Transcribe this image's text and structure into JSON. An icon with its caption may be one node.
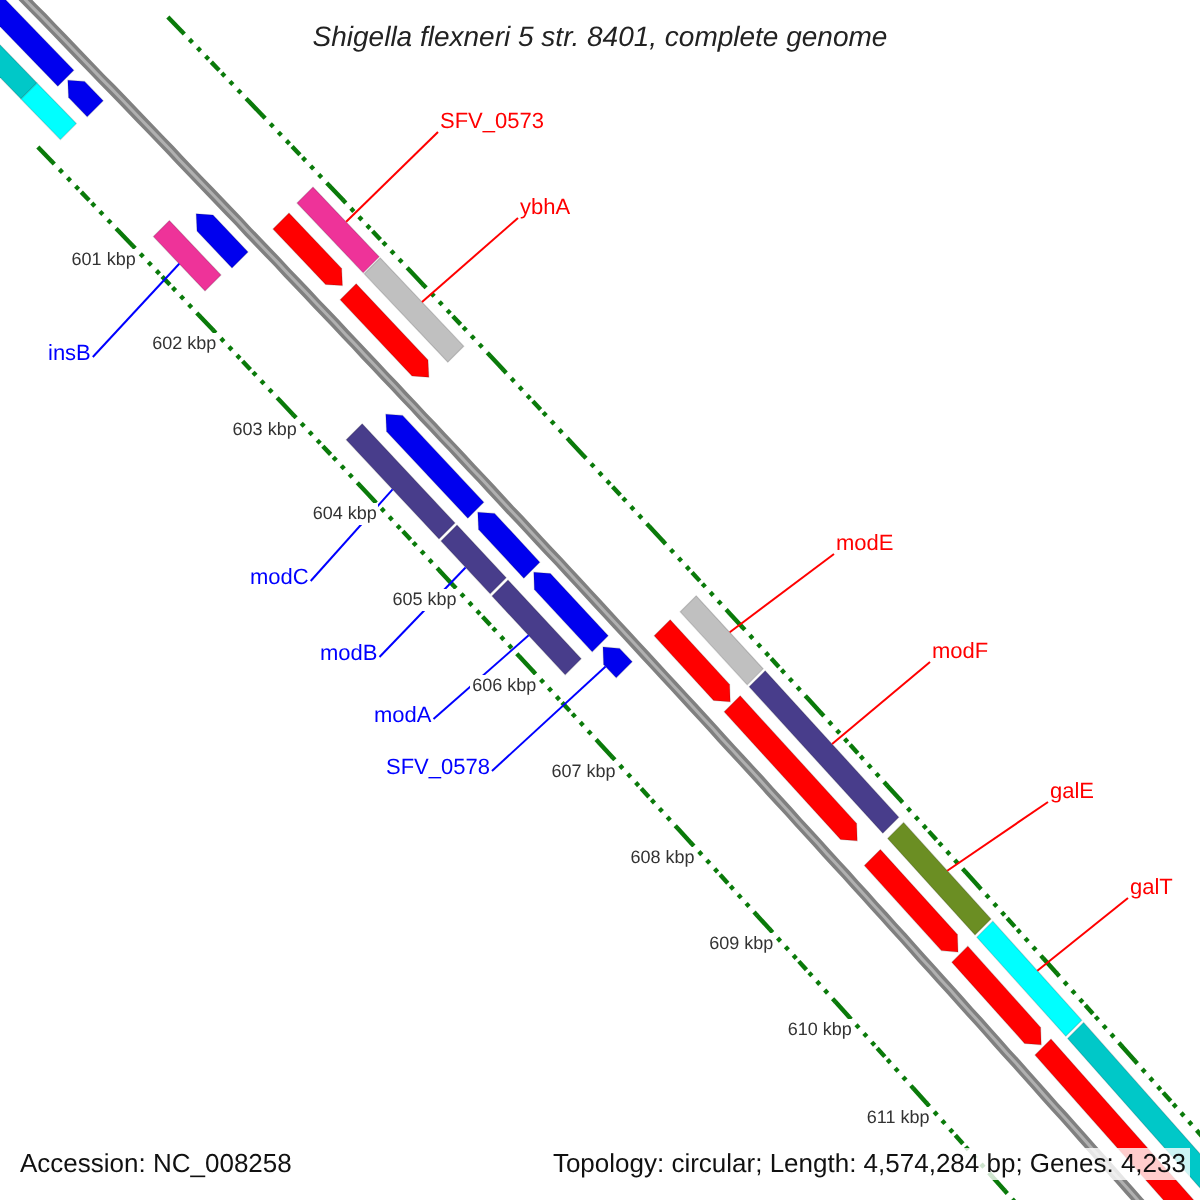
{
  "diagram": {
    "title": "Shigella flexneri 5 str. 8401, complete genome",
    "nodes": [
      {
        "text": [
          "SFV_0573"
        ]
      },
      {
        "text": [],
        "shape": "bar"
      },
      {
        "text": [
          "ybhA"
        ]
      },
      {
        "text": [],
        "shape": "bar"
      },
      {
        "text": [
          "insB"
        ]
      },
      {
        "text": [],
        "shape": "bar"
      },
      {
        "text": [
          "modC"
        ]
      },
      {
        "text": [],
        "shape": "bar"
      },
      {
        "text": [
          "modB"
        ]
      },
      {
        "text": [],
        "shape": "bar"
      },
      {
        "text": [
          "modA"
        ]
      },
      {
        "text": [],
        "shape": "bar"
      },
      {
        "text": [
          "SFV_0578"
        ]
      },
      {
        "text": [],
        "shape": "arrow"
      },
      {
        "text": [
          "modE"
        ]
      },
      {
        "text": [],
        "shape": "bar"
      },
      {
        "text": [
          "modF"
        ]
      },
      {
        "text": [],
        "shape": "bar"
      },
      {
        "text": [
          "galE"
        ]
      },
      {
        "text": [],
        "shape": "bar"
      },
      {
        "text": [
          "galT"
        ]
      },
      {
        "text": [],
        "shape": "bar"
      }
    ],
    "edges": [
      {
        "from": 0,
        "to": 1,
        "arrow": "none"
      },
      {
        "from": 2,
        "to": 3,
        "arrow": "none"
      },
      {
        "from": 4,
        "to": 5,
        "arrow": "none",
        "color": "#0000ff"
      },
      {
        "from": 6,
        "to": 7,
        "arrow": "none",
        "color": "#0000ff"
      },
      {
        "from": 8,
        "to": 9,
        "arrow": "none",
        "color": "#0000ff"
      },
      {
        "from": 10,
        "to": 11,
        "arrow": "none",
        "color": "#0000ff"
      },
      {
        "from": 12,
        "to": 13,
        "arrow": "none",
        "color": "#0000ff"
      },
      {
        "from": 14,
        "to": 15,
        "arrow": "none"
      },
      {
        "from": 16,
        "to": 17,
        "arrow": "none"
      },
      {
        "from": 18,
        "to": 19,
        "arrow": "none"
      },
      {
        "from": 20,
        "to": 21,
        "arrow": "none"
      }
    ],
    "labels": [
      "601 kbp",
      "602 kbp",
      "603 kbp",
      "604 kbp",
      "605 kbp",
      "606 kbp",
      "607 kbp",
      "608 kbp",
      "609 kbp",
      "610 kbp",
      "611 kbp",
      "Accession: NC_008258",
      "Topology: circular; Length: 4,574,284 bp; Genes: 4,233"
    ]
  }
}
